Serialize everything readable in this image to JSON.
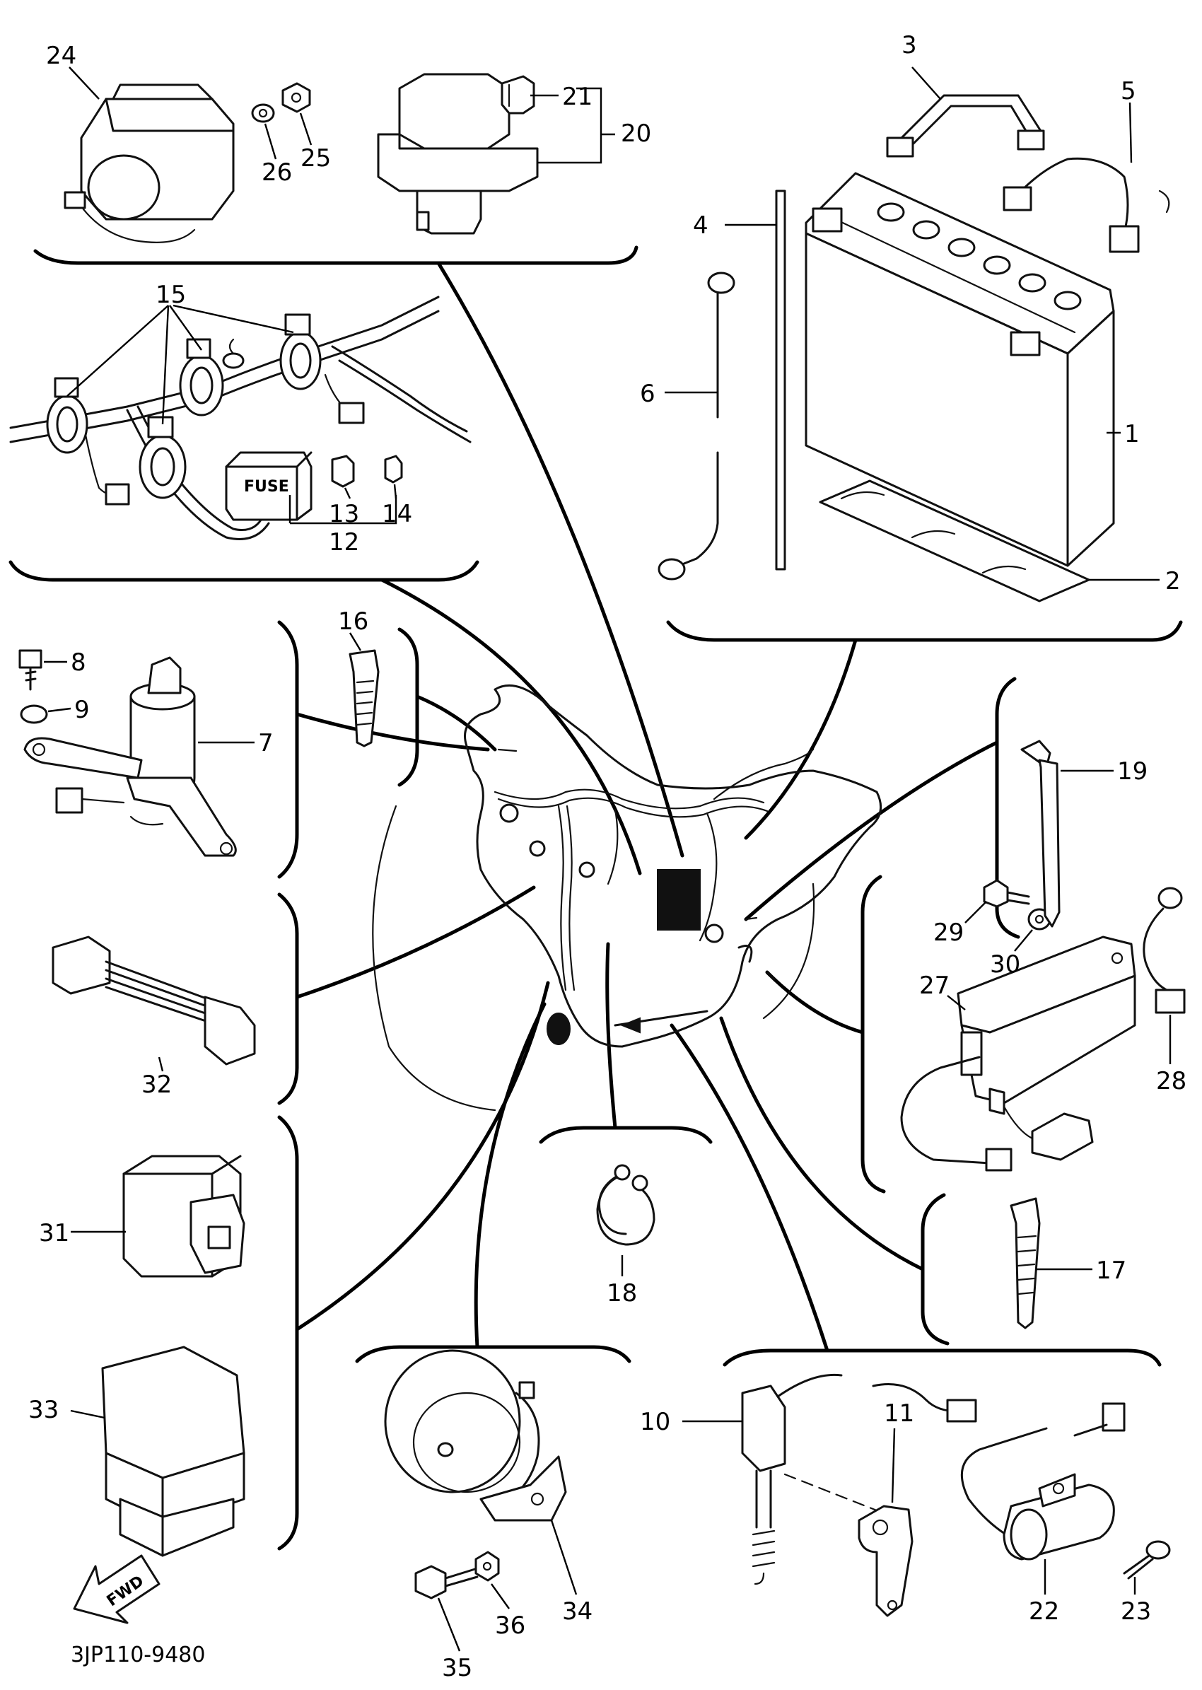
{
  "diagram_code": "3JP110-9480",
  "direction_badge": "FWD",
  "fuse_box_label": "FUSE",
  "callouts": {
    "c1": "1",
    "c2": "2",
    "c3": "3",
    "c4": "4",
    "c5": "5",
    "c6": "6",
    "c7": "7",
    "c8": "8",
    "c9": "9",
    "c10": "10",
    "c11": "11",
    "c12": "12",
    "c13": "13",
    "c14": "14",
    "c15": "15",
    "c16": "16",
    "c17": "17",
    "c18": "18",
    "c19": "19",
    "c20": "20",
    "c21": "21",
    "c22": "22",
    "c23": "23",
    "c24": "24",
    "c25": "25",
    "c26": "26",
    "c27": "27",
    "c28": "28",
    "c29": "29",
    "c30": "30",
    "c31": "31",
    "c32": "32",
    "c33": "33",
    "c34": "34",
    "c35": "35",
    "c36": "36"
  }
}
